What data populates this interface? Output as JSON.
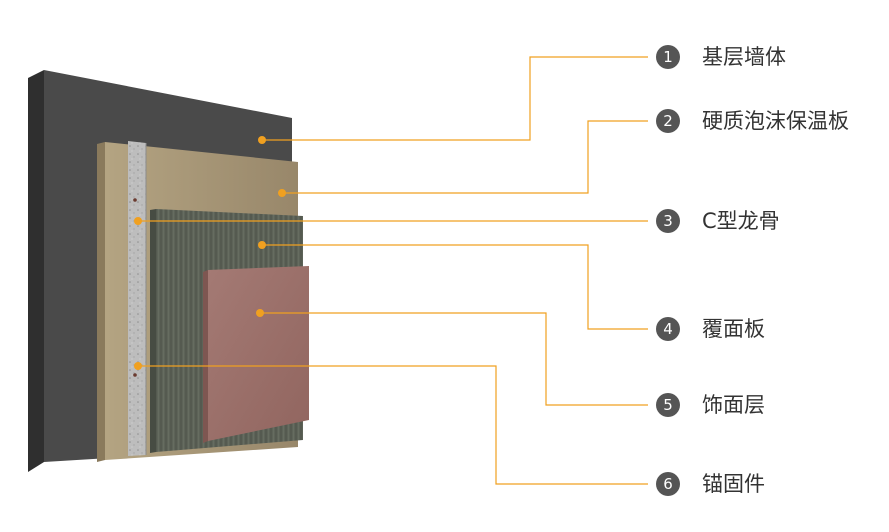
{
  "layers": [
    {
      "number": "1",
      "label": "基层墙体"
    },
    {
      "number": "2",
      "label": "硬质泡沫保温板"
    },
    {
      "number": "3",
      "label": "C型龙骨"
    },
    {
      "number": "4",
      "label": "覆面板"
    },
    {
      "number": "5",
      "label": "饰面层"
    },
    {
      "number": "6",
      "label": "锚固件"
    }
  ],
  "colors": {
    "leader": "#f0a020",
    "badge": "#555555",
    "label_text": "#333333",
    "base_wall": "#4a4a4a",
    "insulation_board": "#9c8b6d",
    "keel": "#b9b9b9",
    "cover_board": "#5c6257",
    "finish_layer": "#9b6f6b"
  }
}
